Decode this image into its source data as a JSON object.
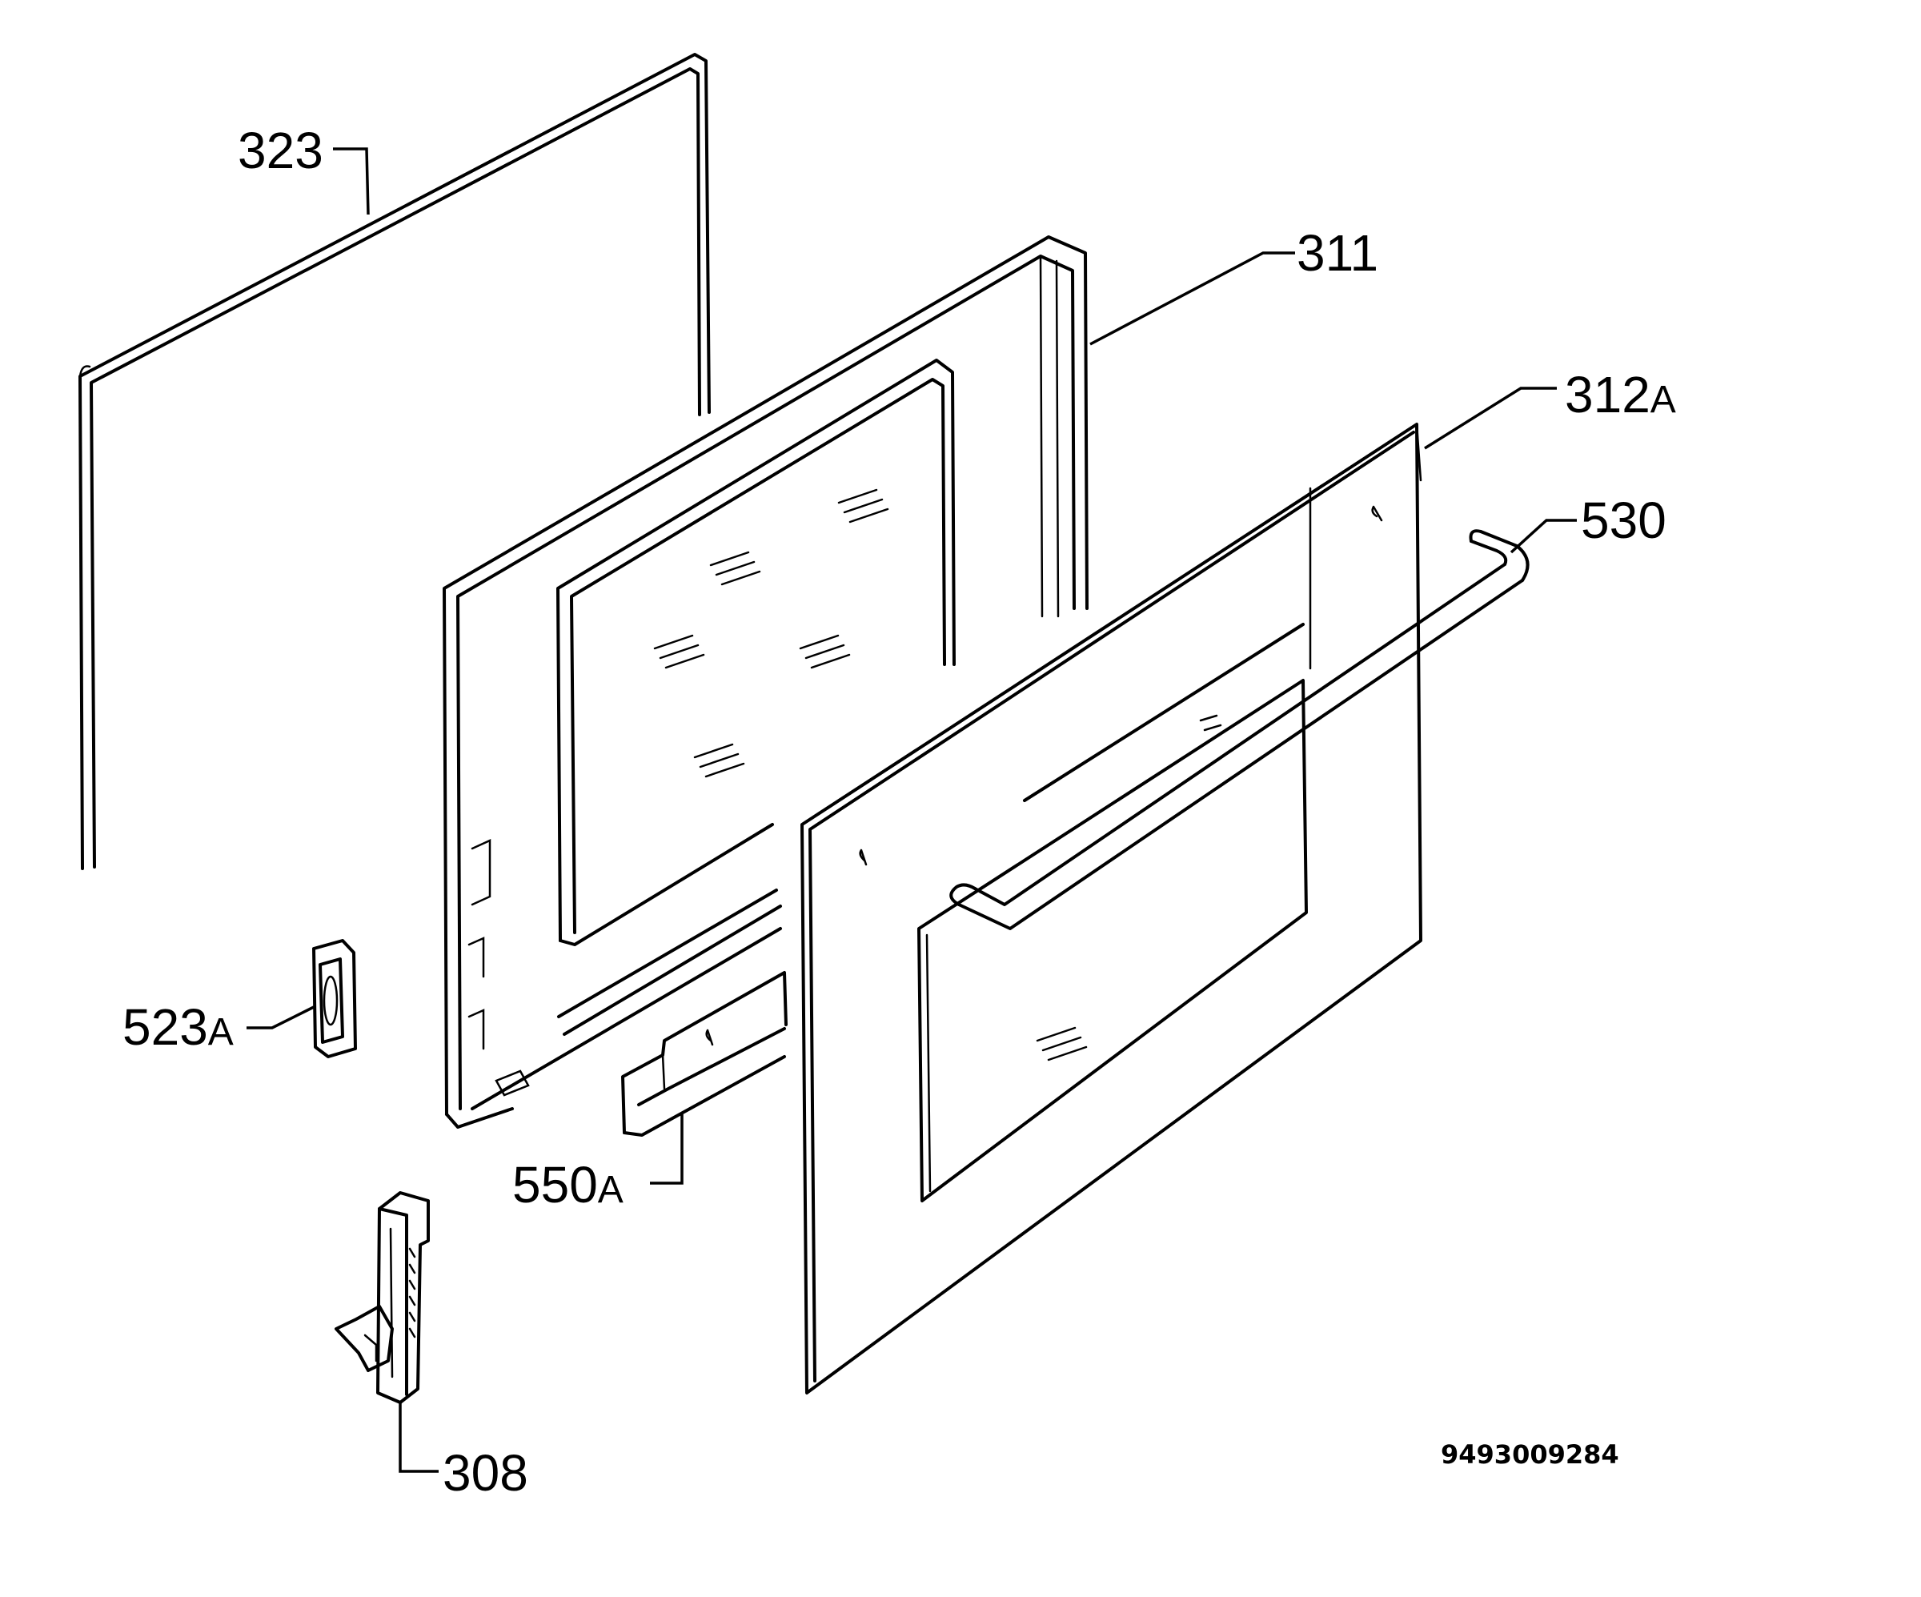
{
  "diagram": {
    "document_number": "9493009284",
    "callouts": {
      "gasket": {
        "number": "323",
        "suffix": ""
      },
      "inner_door": {
        "number": "311",
        "suffix": ""
      },
      "outer_glass_panel": {
        "number": "312",
        "suffix": "A"
      },
      "handle": {
        "number": "530",
        "suffix": ""
      },
      "hinge_cover": {
        "number": "523",
        "suffix": "A"
      },
      "bottom_profile": {
        "number": "550",
        "suffix": "A"
      },
      "hinge": {
        "number": "308",
        "suffix": ""
      }
    },
    "colors": {
      "line": "#000000",
      "background": "#ffffff"
    }
  }
}
